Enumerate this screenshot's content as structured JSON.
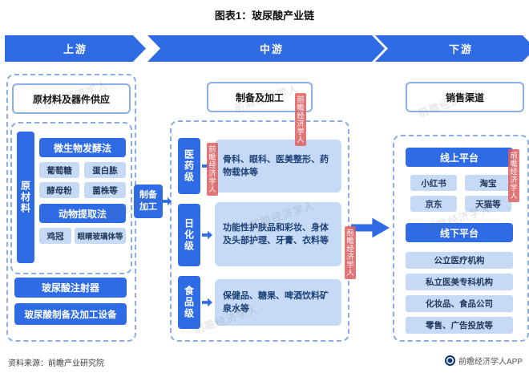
{
  "title": "图表1：玻尿酸产业链",
  "stages": {
    "upstream": "上游",
    "midstream": "中游",
    "downstream": "下游"
  },
  "upstream": {
    "header": "原材料及器件供应",
    "raw_material": "原材料",
    "fermentation_label": "微生物发酵法",
    "fermentation_items": [
      "葡萄糖",
      "蛋白胨",
      "酵母粉",
      "菌株等"
    ],
    "animal_label": "动物提取法",
    "animal_items": [
      "鸡冠",
      "眼睛玻璃体等"
    ],
    "syringe": "玻尿酸注射器",
    "equipment": "玻尿酸制备及加工设备"
  },
  "connector": {
    "label": "制备加工"
  },
  "midstream": {
    "header": "制备及加工",
    "grades": [
      {
        "label": "医药级",
        "desc": "骨科、眼科、医美整形、药物载体等"
      },
      {
        "label": "日化级",
        "desc": "功能性护肤品和彩妆、身体及头部护理、牙膏、衣料等"
      },
      {
        "label": "食品级",
        "desc": "保健品、糖果、啤酒饮料矿泉水等"
      }
    ]
  },
  "downstream": {
    "header": "销售渠道",
    "online_label": "线上平台",
    "online_items": [
      "小红书",
      "淘宝",
      "京东",
      "天猫等"
    ],
    "offline_label": "线下平台",
    "offline_items": [
      "公立医疗机构",
      "私立医美专科机构",
      "化妆品、食品公司",
      "零售、广告投放等"
    ]
  },
  "footer": {
    "source": "资料来源：前瞻产业研究院",
    "brand": "前瞻经济学人APP"
  },
  "watermark": {
    "text": "前瞻经济学人",
    "stamp": "前瞻经济学人"
  },
  "colors": {
    "primary": "#2E6BE4",
    "light_fill": "#C6DAF5",
    "dashed": "#8AAEE8",
    "stamp": "#DD5F5F"
  }
}
